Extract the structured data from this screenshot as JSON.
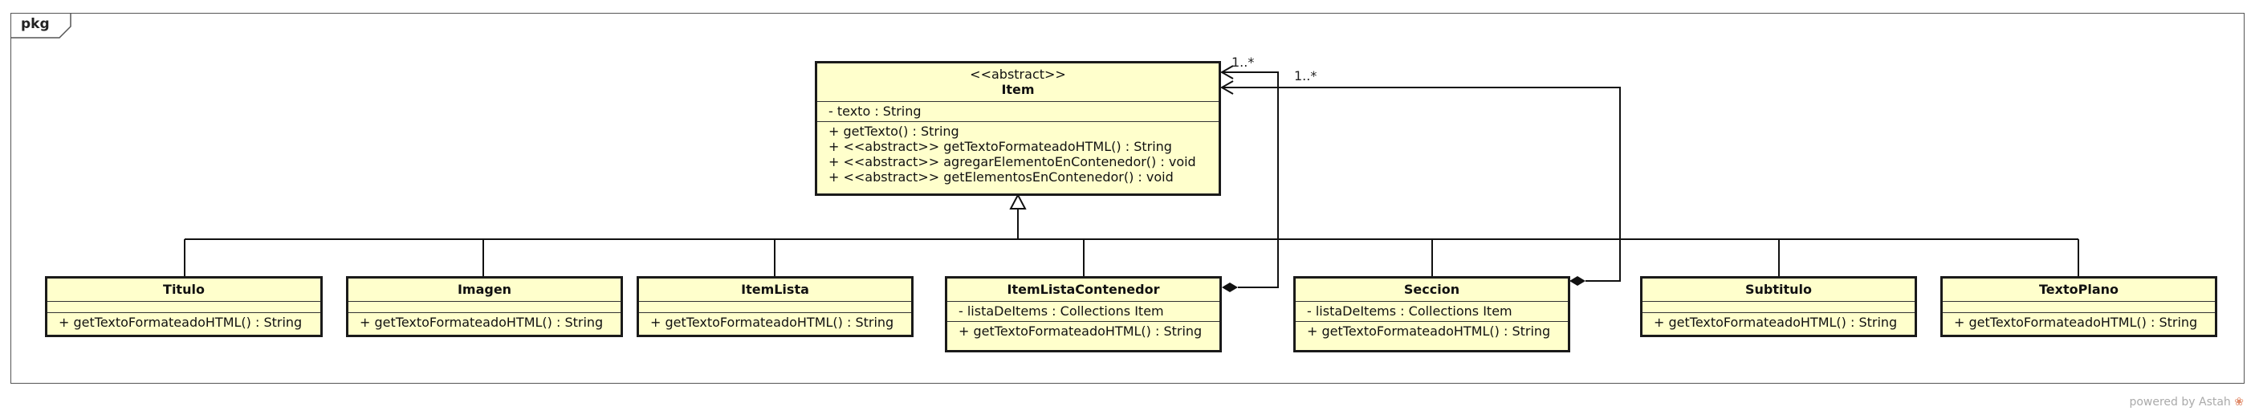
{
  "package": {
    "label": "pkg"
  },
  "classes": {
    "item": {
      "stereotype": "<<abstract>>",
      "name": "Item",
      "attributes": [
        "- texto : String"
      ],
      "operations": [
        "+ getTexto() : String",
        "+ <<abstract>> getTextoFormateadoHTML() : String",
        "+ <<abstract>> agregarElementoEnContenedor() : void",
        "+ <<abstract>> getElementosEnContenedor() : void"
      ]
    },
    "titulo": {
      "name": "Titulo",
      "operations": [
        "+ getTextoFormateadoHTML() : String"
      ]
    },
    "imagen": {
      "name": "Imagen",
      "operations": [
        "+ getTextoFormateadoHTML() : String"
      ]
    },
    "itemlista": {
      "name": "ItemLista",
      "operations": [
        "+ getTextoFormateadoHTML() : String"
      ]
    },
    "itemlistacontenedor": {
      "name": "ItemListaContenedor",
      "attributes": [
        "- listaDeItems : Collections Item"
      ],
      "operations": [
        "+ getTextoFormateadoHTML() : String"
      ]
    },
    "seccion": {
      "name": "Seccion",
      "attributes": [
        "- listaDeItems : Collections Item"
      ],
      "operations": [
        "+ getTextoFormateadoHTML() : String"
      ]
    },
    "subtitulo": {
      "name": "Subtitulo",
      "operations": [
        "+ getTextoFormateadoHTML() : String"
      ]
    },
    "textoplano": {
      "name": "TextoPlano",
      "operations": [
        "+ getTextoFormateadoHTML() : String"
      ]
    }
  },
  "multiplicities": {
    "itemlistacontenedor_to_item": "1..*",
    "seccion_to_item": "1..*"
  },
  "footer": {
    "powered_by": "powered by Astah"
  }
}
